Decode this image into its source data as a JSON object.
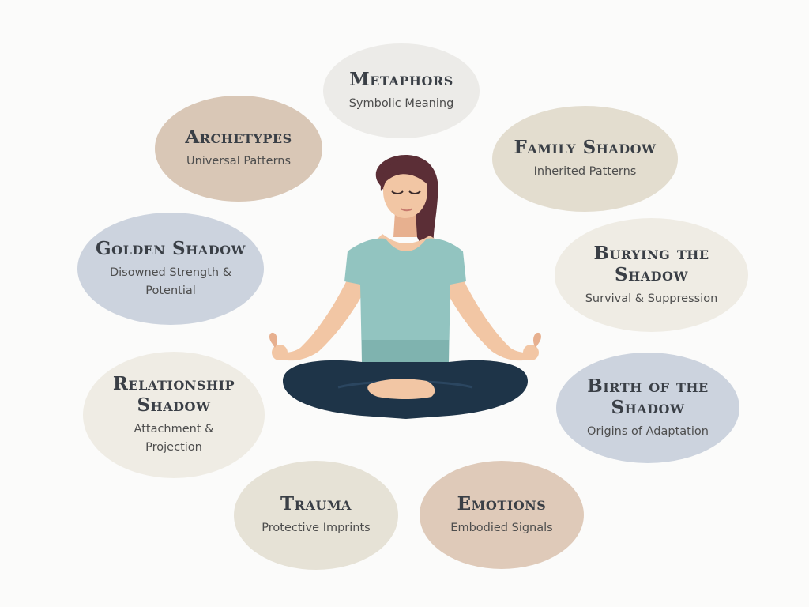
{
  "bubbles": {
    "metaphors": {
      "title": "Metaphors",
      "subtitle": "Symbolic Meaning"
    },
    "archetypes": {
      "title": "Archetypes",
      "subtitle": "Universal Patterns"
    },
    "family": {
      "title": "Family Shadow",
      "subtitle": "Inherited Patterns"
    },
    "golden": {
      "title": "Golden Shadow",
      "subtitle": "Disowned Strength & Potential"
    },
    "burying": {
      "title": "Burying the Shadow",
      "subtitle": "Survival & Suppression"
    },
    "relationship": {
      "title": "Relationship Shadow",
      "subtitle": "Attachment & Projection"
    },
    "birth": {
      "title": "Birth of the Shadow",
      "subtitle": "Origins of Adaptation"
    },
    "trauma": {
      "title": "Trauma",
      "subtitle": "Protective Imprints"
    },
    "emotions": {
      "title": "Emotions",
      "subtitle": "Embodied Signals"
    }
  },
  "colors": {
    "background": "#fbfbfa",
    "title_text": "#3a3f46",
    "subtitle_text": "#4d4d4d",
    "skin": "#f2c6a4",
    "hair": "#5b2e36",
    "shirt": "#92c4c0",
    "pants": "#1e3448"
  }
}
